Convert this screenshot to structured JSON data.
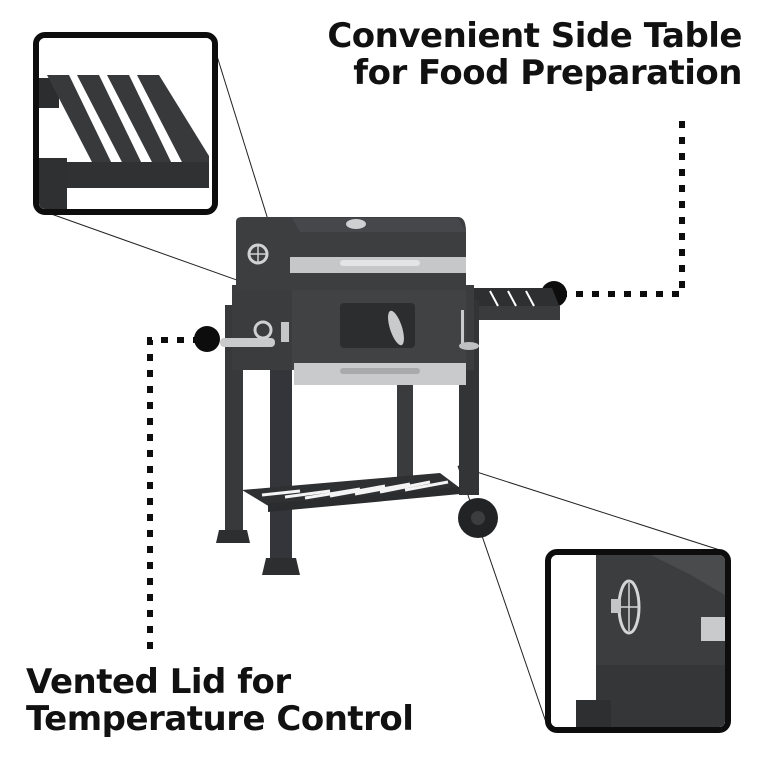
{
  "callouts": {
    "side_table": {
      "line1": "Convenient Side Table",
      "line2": "for Food Preparation"
    },
    "vented_lid": {
      "line1": "Vented Lid for",
      "line2": "Temperature Control"
    }
  },
  "insets": {
    "top_left": "side-table-closeup",
    "bottom_right": "lid-vent-closeup"
  },
  "colors": {
    "grill_body": "#3a3b3d",
    "grill_dark": "#2a2b2d",
    "steel": "#c9cacb",
    "callout_black": "#0d0d0d",
    "background": "#ffffff"
  }
}
